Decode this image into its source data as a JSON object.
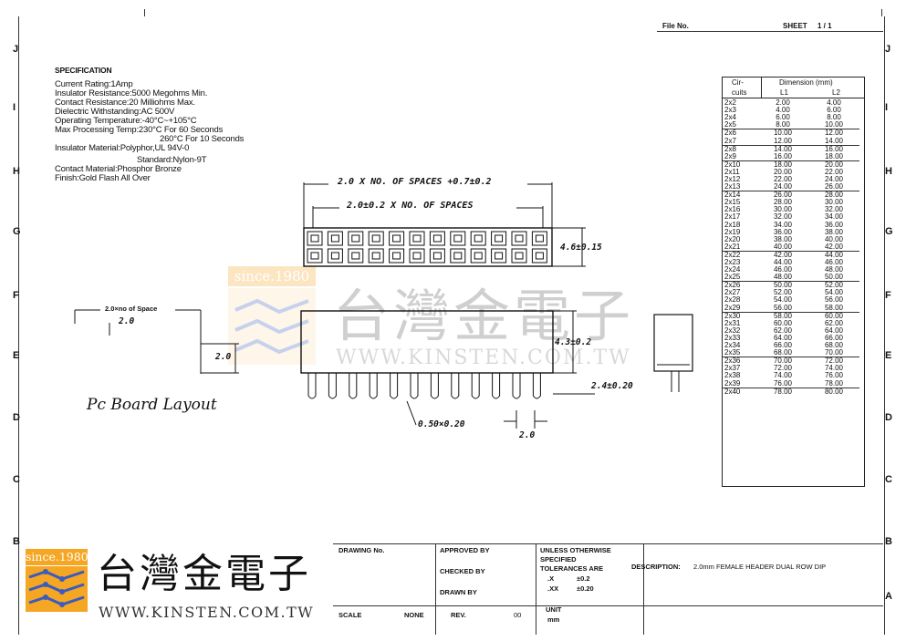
{
  "header": {
    "file_no_label": "File No.",
    "sheet_label": "SHEET",
    "sheet_value": "1 / 1"
  },
  "zones_left": [
    "J",
    "I",
    "H",
    "G",
    "F",
    "E",
    "D",
    "C",
    "B"
  ],
  "zones_right": [
    "J",
    "I",
    "H",
    "G",
    "F",
    "E",
    "D",
    "C",
    "B",
    "A"
  ],
  "specification": {
    "title": "SPECIFICATION",
    "lines": [
      "Current Rating:1Amp",
      "Insulator Resistance:5000 Megohms Min.",
      "Contact Resistance:20 Milliohms Max.",
      "Dielectric Withstanding:AC 500V",
      "Operating Temperature:-40°C~+105°C",
      "Max Processing Temp:230°C For 60 Seconds",
      "260°C For 10 Seconds",
      "Insulator Material:Polyphor,UL 94V-0",
      "Standard:Nylon-9T",
      "Contact Material:Phosphor Bronze",
      "Finish:Gold Flash All Over"
    ]
  },
  "dimensions": {
    "top_overall": "2.0 X NO. OF SPACES +0.7±0.2",
    "top_pitch": "2.0±0.2 X NO. OF SPACES",
    "height_top": "4.6±0.15",
    "height_front": "4.3±0.2",
    "pin_offset": "2.4±0.20",
    "pin_width": "0.50×0.20",
    "pitch_bottom": "2.0",
    "pcb_spacing_label": "2.0×no of Space",
    "pcb_pitch": "2.0",
    "pcb_row": "2.0",
    "pcb_title": "Pc Board Layout"
  },
  "dim_table": {
    "header_cir": "Cir-",
    "header_cuits": "cuits",
    "header_dim": "Dimension (mm)",
    "header_l1": "L1",
    "header_l2": "L2",
    "rows": [
      [
        "2x2",
        "2.00",
        "4.00"
      ],
      [
        "2x3",
        "4.00",
        "6.00"
      ],
      [
        "2x4",
        "6.00",
        "8.00"
      ],
      [
        "2x5",
        "8.00",
        "10.00"
      ],
      [
        "2x6",
        "10.00",
        "12.00"
      ],
      [
        "2x7",
        "12.00",
        "14.00"
      ],
      [
        "2x8",
        "14.00",
        "16.00"
      ],
      [
        "2x9",
        "16.00",
        "18.00"
      ],
      [
        "2x10",
        "18.00",
        "20.00"
      ],
      [
        "2x11",
        "20.00",
        "22.00"
      ],
      [
        "2x12",
        "22.00",
        "24.00"
      ],
      [
        "2x13",
        "24.00",
        "26.00"
      ],
      [
        "2x14",
        "26.00",
        "28.00"
      ],
      [
        "2x15",
        "28.00",
        "30.00"
      ],
      [
        "2x16",
        "30.00",
        "32.00"
      ],
      [
        "2x17",
        "32.00",
        "34.00"
      ],
      [
        "2x18",
        "34.00",
        "36.00"
      ],
      [
        "2x19",
        "36.00",
        "38.00"
      ],
      [
        "2x20",
        "38.00",
        "40.00"
      ],
      [
        "2x21",
        "40.00",
        "42.00"
      ],
      [
        "2x22",
        "42.00",
        "44.00"
      ],
      [
        "2x23",
        "44.00",
        "46.00"
      ],
      [
        "2x24",
        "46.00",
        "48.00"
      ],
      [
        "2x25",
        "48.00",
        "50.00"
      ],
      [
        "2x26",
        "50.00",
        "52.00"
      ],
      [
        "2x27",
        "52.00",
        "54.00"
      ],
      [
        "2x28",
        "54.00",
        "56.00"
      ],
      [
        "2x29",
        "56.00",
        "58.00"
      ],
      [
        "2x30",
        "58.00",
        "60.00"
      ],
      [
        "2x31",
        "60.00",
        "62.00"
      ],
      [
        "2x32",
        "62.00",
        "64.00"
      ],
      [
        "2x33",
        "64.00",
        "66.00"
      ],
      [
        "2x34",
        "66.00",
        "68.00"
      ],
      [
        "2x35",
        "68.00",
        "70.00"
      ],
      [
        "2x36",
        "70.00",
        "72.00"
      ],
      [
        "2x37",
        "72.00",
        "74.00"
      ],
      [
        "2x38",
        "74.00",
        "76.00"
      ],
      [
        "2x39",
        "76.00",
        "78.00"
      ],
      [
        "2x40",
        "78.00",
        "80.00"
      ]
    ],
    "separator_rows": [
      4,
      6,
      8,
      12,
      20,
      24,
      28,
      34,
      38
    ]
  },
  "title_block": {
    "drawing_no": "DRAWING No.",
    "approved_by": "APPROVED BY",
    "checked_by": "CHECKED BY",
    "drawn_by": "DRAWN BY",
    "unless": "UNLESS OTHERWISE",
    "specified": "SPECIFIED",
    "tolerances": "TOLERANCES ARE",
    "tol_x_label": ".X",
    "tol_x_value": "±0.2",
    "tol_xx_label": ".XX",
    "tol_xx_value": "±0.20",
    "description_label": "DESCRIPTION:",
    "description_value": "2.0mm FEMALE HEADER DUAL ROW DIP",
    "scale_label": "SCALE",
    "scale_value": "NONE",
    "rev_label": "REV.",
    "rev_value": "00",
    "unit_label": "UNIT",
    "unit_value": "mm"
  },
  "brand": {
    "since": "since.1980",
    "name_cn": "台灣金電子",
    "website": "WWW.KINSTEN.COM.TW",
    "color_orange": "#f5a623",
    "color_blue": "#3a5bbf"
  }
}
